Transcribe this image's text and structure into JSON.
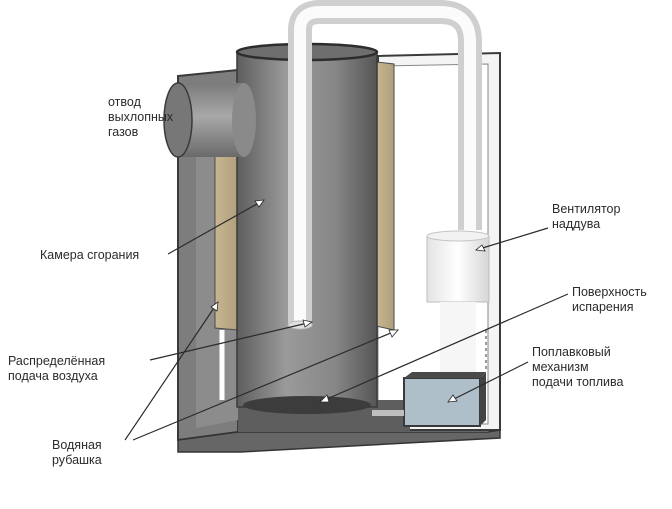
{
  "labels": {
    "exhaust": "отвод\nвыхлопных\nгазов",
    "combustion_chamber": "Камера сгорания",
    "air_supply": "Распределённая\nподача воздуха",
    "water_jacket": "Водяная\nрубашка",
    "blower_fan": "Вентилятор\nнаддува",
    "evaporation_surface": "Поверхность\nиспарения",
    "float_mechanism": "Поплавковый\nмеханизм\nподачи топлива"
  }
}
